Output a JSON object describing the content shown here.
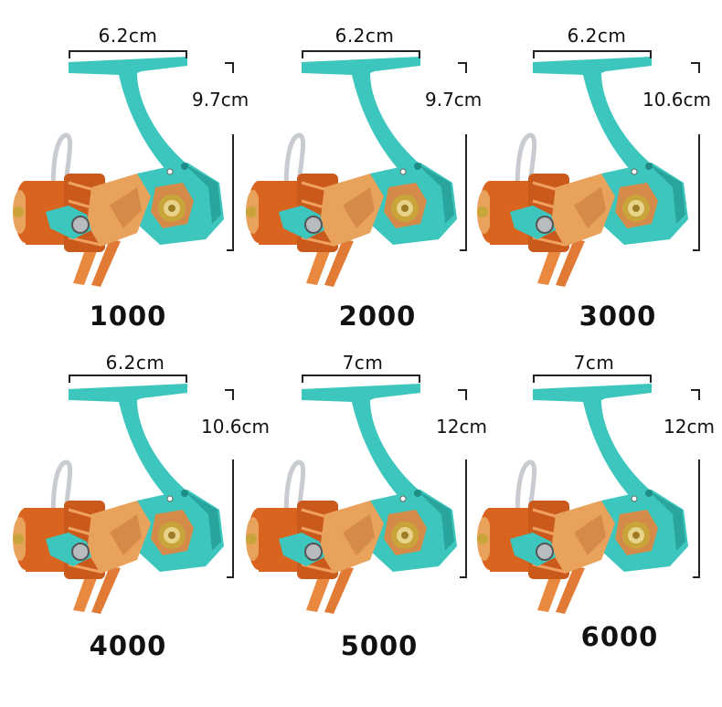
{
  "colors": {
    "teal": "#3cc6bd",
    "teal_dark": "#2aa59e",
    "orange": "#d8641f",
    "orange_light": "#e9a25c",
    "gold": "#c9a43a",
    "silver": "#b8bcc0"
  },
  "reels": [
    {
      "size": "1000",
      "width": "6.2cm",
      "height": "9.7cm"
    },
    {
      "size": "2000",
      "width": "6.2cm",
      "height": "9.7cm"
    },
    {
      "size": "3000",
      "width": "6.2cm",
      "height": "10.6cm"
    },
    {
      "size": "4000",
      "width": "6.2cm",
      "height": "10.6cm"
    },
    {
      "size": "5000",
      "width": "7cm",
      "height": "12cm"
    },
    {
      "size": "6000",
      "width": "7cm",
      "height": "12cm"
    }
  ]
}
